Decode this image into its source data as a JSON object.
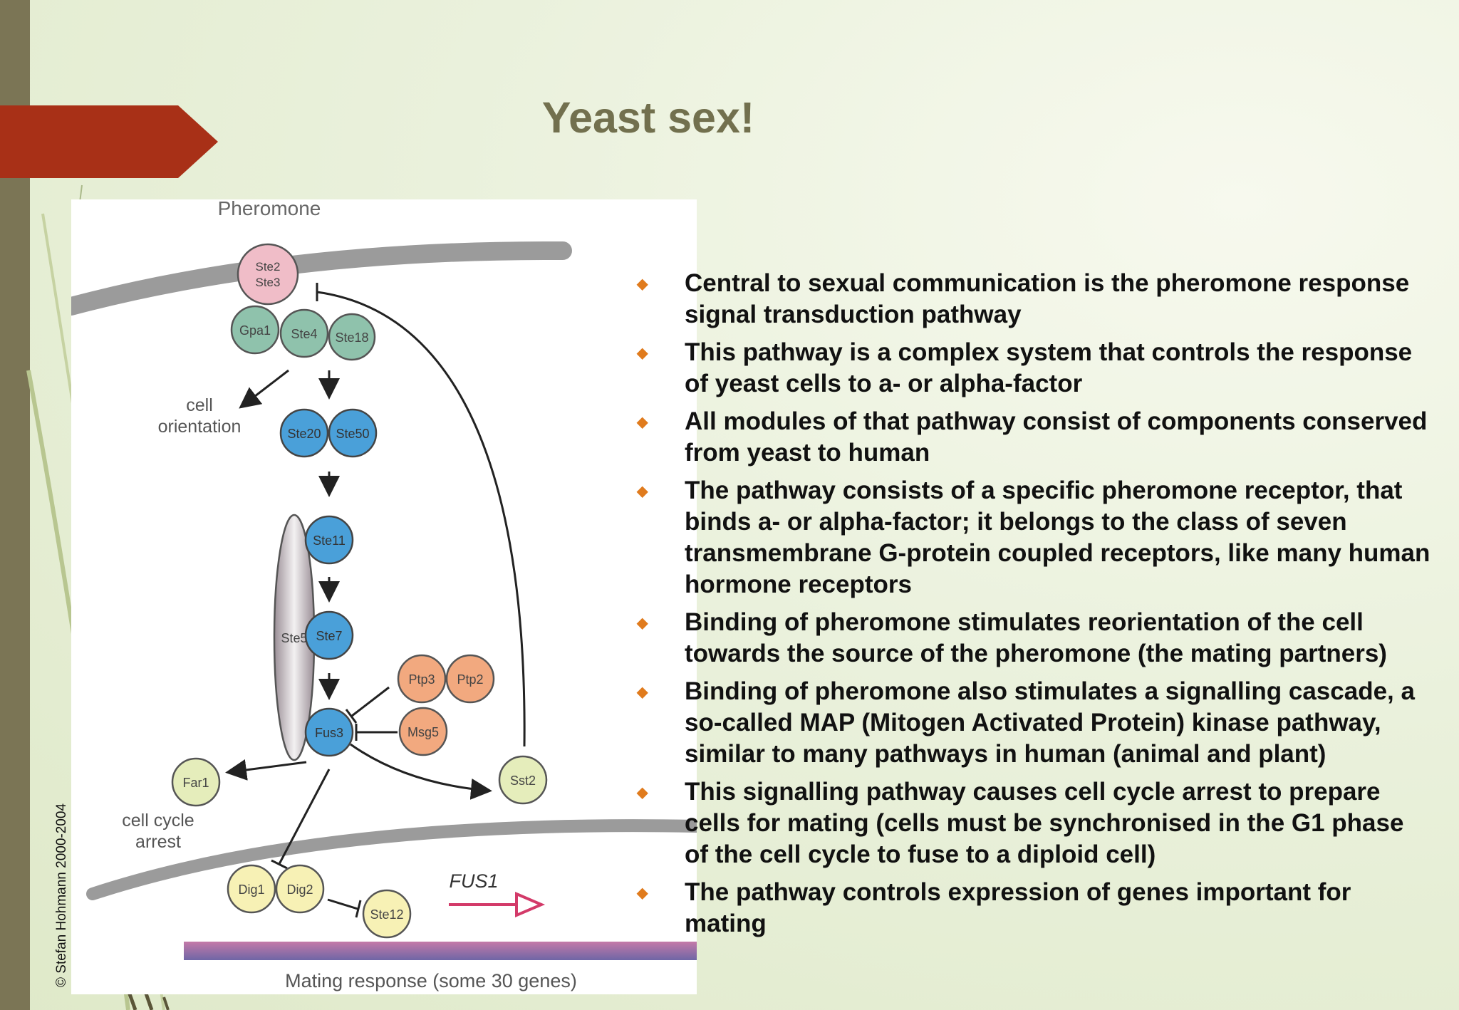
{
  "slide": {
    "title": "Yeast sex!",
    "copyright": "© Stefan Hohmann 2000-2004",
    "bullet_color": "#e07b1d",
    "accent_color": "#a83017",
    "bullets": [
      "Central to sexual communication is the pheromone response signal transduction pathway",
      "This pathway is a complex system that controls the response of yeast cells to a- or alpha-factor",
      "All modules of that pathway consist of components conserved from yeast to human",
      "The pathway consists of a specific pheromone receptor, that binds a- or alpha-factor; it belongs to the class of seven transmembrane G-protein coupled receptors, like many human hormone receptors",
      "Binding of pheromone stimulates reorientation of the cell towards the source of the pheromone (the mating partners)",
      "Binding of pheromone also stimulates a signalling cascade, a so-called MAP (Mitogen Activated Protein) kinase pathway, similar to many pathways in human (animal and plant)",
      "This signalling pathway causes cell cycle arrest to prepare cells for mating (cells must be synchronised in the G1 phase of the cell cycle to fuse to a diploid cell)",
      "The pathway controls expression of genes important for mating"
    ]
  },
  "diagram": {
    "pheromone": "Pheromone",
    "ste2": "Ste2",
    "ste3": "Ste3",
    "gpa1": "Gpa1",
    "ste4": "Ste4",
    "ste18": "Ste18",
    "cell": "cell",
    "orientation": "orientation",
    "ste20": "Ste20",
    "ste50": "Ste50",
    "ste11": "Ste11",
    "ste5": "Ste5",
    "ste7": "Ste7",
    "ptp3": "Ptp3",
    "ptp2": "Ptp2",
    "fus3": "Fus3",
    "msg5": "Msg5",
    "far1": "Far1",
    "sst2": "Sst2",
    "cell_cycle": "cell cycle",
    "arrest": "arrest",
    "dig1": "Dig1",
    "dig2": "Dig2",
    "ste12": "Ste12",
    "fus1": "FUS1",
    "mating_response": "Mating response (some 30 genes)"
  }
}
